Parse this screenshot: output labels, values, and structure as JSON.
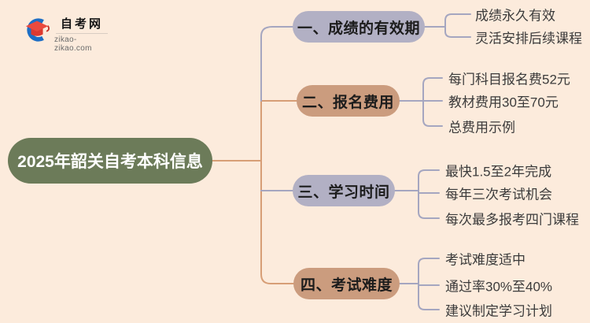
{
  "logo": {
    "site_name": "自考网",
    "site_domain": "zikao-zikao.com"
  },
  "root": {
    "label": "2025年韶关自考本科信息"
  },
  "branches": [
    {
      "label": "一、成绩的有效期",
      "children": [
        "成绩永久有效",
        "灵活安排后续课程"
      ]
    },
    {
      "label": "二、报名费用",
      "children": [
        "每门科目报名费52元",
        "教材费用30至70元",
        "总费用示例"
      ]
    },
    {
      "label": "三、学习时间",
      "children": [
        "最快1.5至2年完成",
        "每年三次考试机会",
        "每次最多报考四门课程"
      ]
    },
    {
      "label": "四、考试难度",
      "children": [
        "考试难度适中",
        "通过率30%至40%",
        "建议制定学习计划"
      ]
    }
  ],
  "colors": {
    "background": "#fcebdc",
    "root_fill": "#6c7b59",
    "root_text": "#ffffff",
    "branch_fill_lavender": "#b2b0c4",
    "branch_fill_tan": "#cb9c7e",
    "connector_tan": "#d79e76",
    "connector_lavender": "#a5a6c0",
    "branch_text": "#1c1c1c",
    "leaf_text": "#3b3b3b",
    "logo_blue": "#1d6ec5",
    "logo_red": "#ea4a3e"
  }
}
